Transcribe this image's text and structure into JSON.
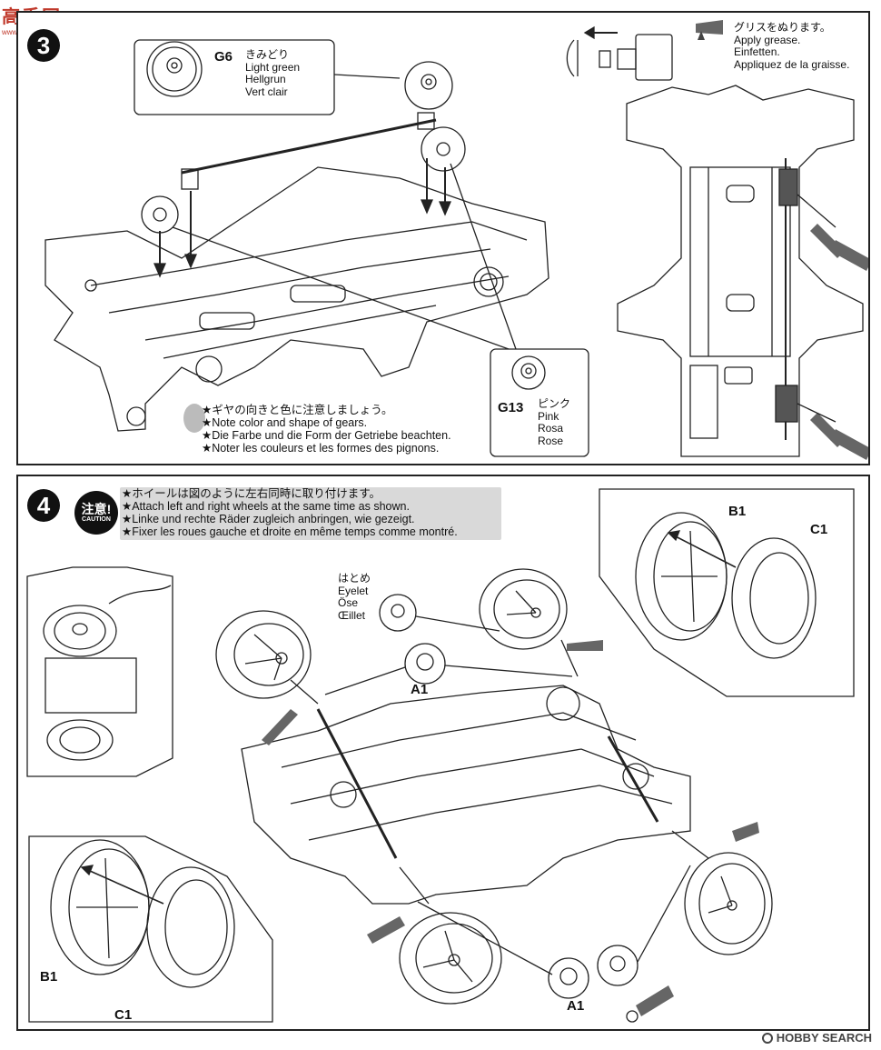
{
  "watermark_top": {
    "chars": "高手网",
    "url": "www.gaoshou.net"
  },
  "watermark_bottom": {
    "brand": "HOBBY SEARCH"
  },
  "step3": {
    "number": "3",
    "g6": {
      "id": "G6",
      "jp": "きみどり",
      "en": "Light green",
      "de": "Hellgrun",
      "fr": "Vert clair"
    },
    "g13": {
      "id": "G13",
      "jp": "ピンク",
      "en": "Pink",
      "de": "Rosa",
      "fr": "Rose"
    },
    "grease": {
      "jp": "グリスをぬります。",
      "en": "Apply grease.",
      "de": "Einfetten.",
      "fr": "Appliquez de la graisse."
    },
    "notes": [
      "★ギヤの向きと色に注意しましょう。",
      "★Note color and shape of gears.",
      "★Die Farbe und die Form der Getriebe beachten.",
      "★Noter les couleurs et les formes des pignons."
    ]
  },
  "step4": {
    "number": "4",
    "caution": {
      "jp": "注意!",
      "en": "CAUTION"
    },
    "notes": [
      "★ホイールは図のように左右同時に取り付けます。",
      "★Attach left and right wheels at the same time as shown.",
      "★Linke und rechte Räder zugleich anbringen, wie gezeigt.",
      "★Fixer les roues gauche et droite en même temps comme montré."
    ],
    "eyelet": {
      "jp": "はとめ",
      "en": "Eyelet",
      "de": "Öse",
      "fr": "Œillet"
    },
    "parts": {
      "a1": "A1",
      "b1": "B1",
      "c1": "C1"
    }
  }
}
